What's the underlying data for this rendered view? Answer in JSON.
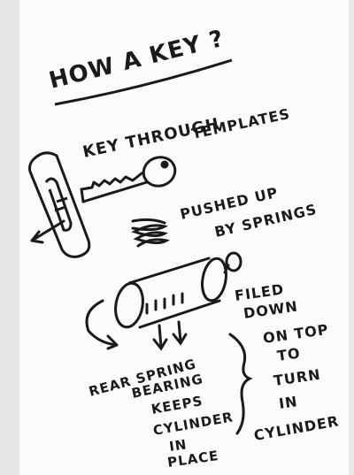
{
  "title": "HOW A KEY ?",
  "labels": {
    "key_through": [
      "KEY THROUGH",
      "TEMPLATES"
    ],
    "pushed_up": [
      "PUSHED UP",
      "BY SPRINGS"
    ],
    "rear_spring": [
      "REAR SPRING",
      "BEARING",
      "KEEPS",
      "CYLINDER",
      "IN",
      "PLACE"
    ],
    "filed_down": [
      "FILED",
      "DOWN",
      "ON TOP",
      "TO",
      "TURN",
      "IN",
      "CYLINDER"
    ]
  },
  "colors": {
    "paper": "#fbfbfb",
    "ink": "#1a1a1a"
  }
}
